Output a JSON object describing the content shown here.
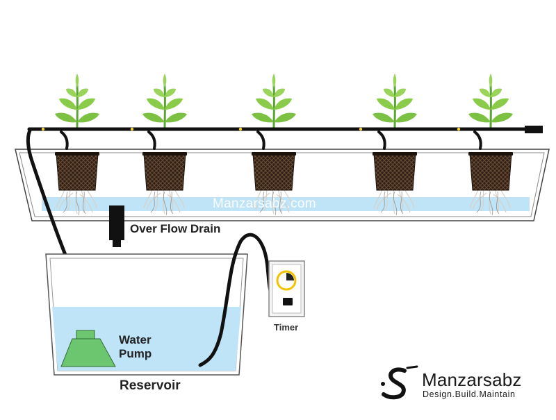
{
  "labels": {
    "overflow_drain": "Over Flow Drain",
    "water_pump_line1": "Water",
    "water_pump_line2": "Pump",
    "reservoir": "Reservoir",
    "timer": "Timer",
    "watermark": "Manzarsabz.com"
  },
  "brand": {
    "name": "Manzarsabz",
    "tagline": "Design.Build.Maintain"
  },
  "colors": {
    "water": "#bfe4f7",
    "pump": "#6cc56f",
    "leaf": "#7cc142",
    "tube": "#111111",
    "pot": "#3b2a1e",
    "timer_dial": "#f2c200"
  },
  "plant_count": 5
}
